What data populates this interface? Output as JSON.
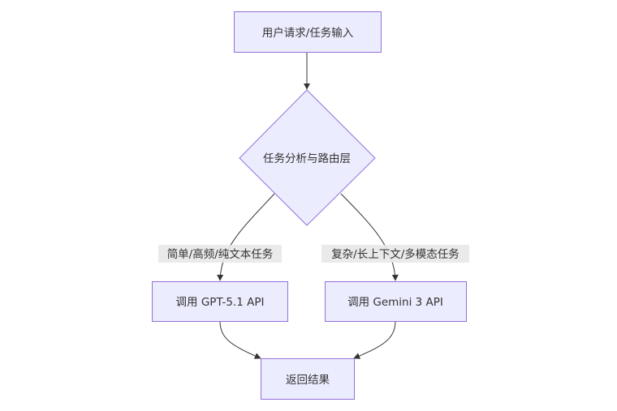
{
  "diagram": {
    "type": "flowchart",
    "direction": "top-down",
    "colors": {
      "node_fill": "#ECECFF",
      "node_stroke": "#9370DB",
      "edge": "#333333",
      "text": "#333333",
      "edge_label_bg": "#e8e8e8"
    },
    "nodes": {
      "input": {
        "shape": "rect",
        "label": "用户请求/任务输入"
      },
      "router": {
        "shape": "diamond",
        "label": "任务分析与路由层"
      },
      "gpt": {
        "shape": "rect",
        "label": "调用 GPT-5.1 API"
      },
      "gemini": {
        "shape": "rect",
        "label": "调用 Gemini 3 API"
      },
      "result": {
        "shape": "rect",
        "label": "返回结果"
      }
    },
    "edges": [
      {
        "from": "input",
        "to": "router",
        "label": ""
      },
      {
        "from": "router",
        "to": "gpt",
        "label": "简单/高频/纯文本任务"
      },
      {
        "from": "router",
        "to": "gemini",
        "label": "复杂/长上下文/多模态任务"
      },
      {
        "from": "gpt",
        "to": "result",
        "label": ""
      },
      {
        "from": "gemini",
        "to": "result",
        "label": ""
      }
    ]
  }
}
